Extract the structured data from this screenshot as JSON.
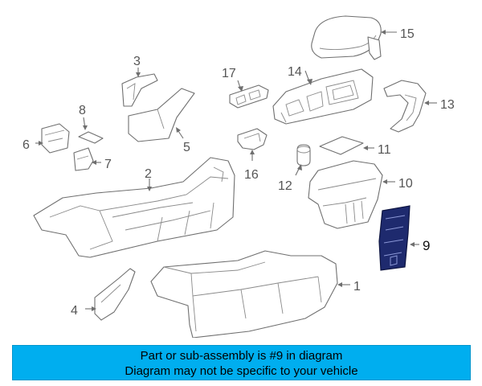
{
  "callouts": {
    "c1": "1",
    "c2": "2",
    "c3": "3",
    "c4": "4",
    "c5": "5",
    "c6": "6",
    "c7": "7",
    "c8": "8",
    "c9": "9",
    "c10": "10",
    "c11": "11",
    "c12": "12",
    "c13": "13",
    "c14": "14",
    "c15": "15",
    "c16": "16",
    "c17": "17"
  },
  "highlighted_part": "9",
  "highlight_color": "#1e2a6e",
  "banner": {
    "line1": "Part or sub-assembly is #9 in diagram",
    "line2": "Diagram may not be specific to your vehicle",
    "background": "#00aeef"
  }
}
